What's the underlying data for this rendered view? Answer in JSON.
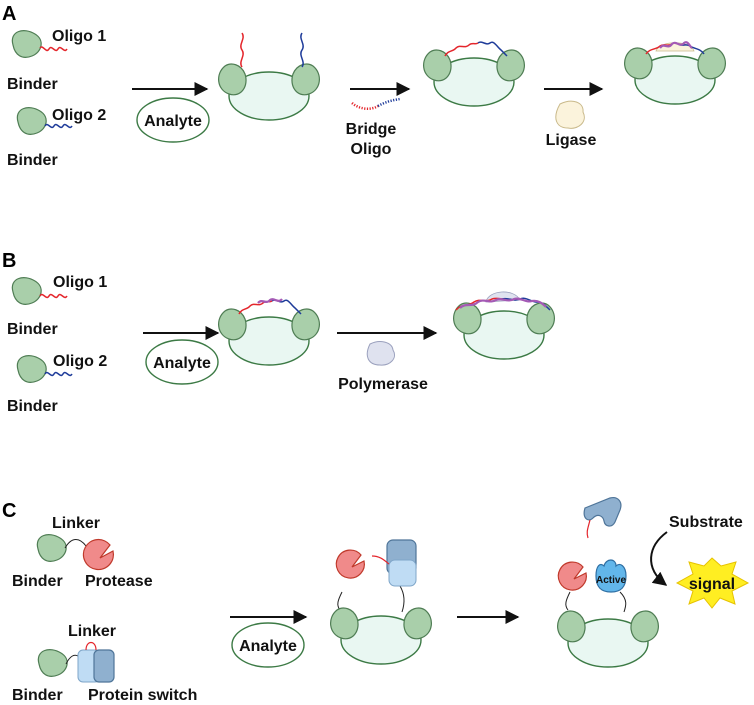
{
  "panels": {
    "a": {
      "letter": "A",
      "oligo1": "Oligo 1",
      "oligo2": "Oligo 2",
      "binder1": "Binder",
      "binder2": "Binder",
      "analyte": "Analyte",
      "bridge_line1": "Bridge",
      "bridge_line2": "Oligo",
      "ligase": "Ligase"
    },
    "b": {
      "letter": "B",
      "oligo1": "Oligo 1",
      "oligo2": "Oligo 2",
      "binder1": "Binder",
      "binder2": "Binder",
      "analyte": "Analyte",
      "polymerase": "Polymerase"
    },
    "c": {
      "letter": "C",
      "linker1": "Linker",
      "binder1": "Binder",
      "protease": "Protease",
      "linker2": "Linker",
      "binder2": "Binder",
      "protein_switch": "Protein switch",
      "analyte": "Analyte",
      "active": "Active",
      "substrate": "Substrate",
      "signal": "signal"
    }
  },
  "colors": {
    "binder": "#a9cfaa",
    "analyte_fill": "#e9f7f2",
    "oligo1": "#e4262c",
    "oligo2": "#1f3c9a",
    "protease": "#f08a8a",
    "switch_light": "#bfdcf4",
    "switch_dark": "#8fb0cf",
    "ligase": "#fbf3dc",
    "polymerase": "#dfe2ef",
    "signal": "#ffee22"
  }
}
